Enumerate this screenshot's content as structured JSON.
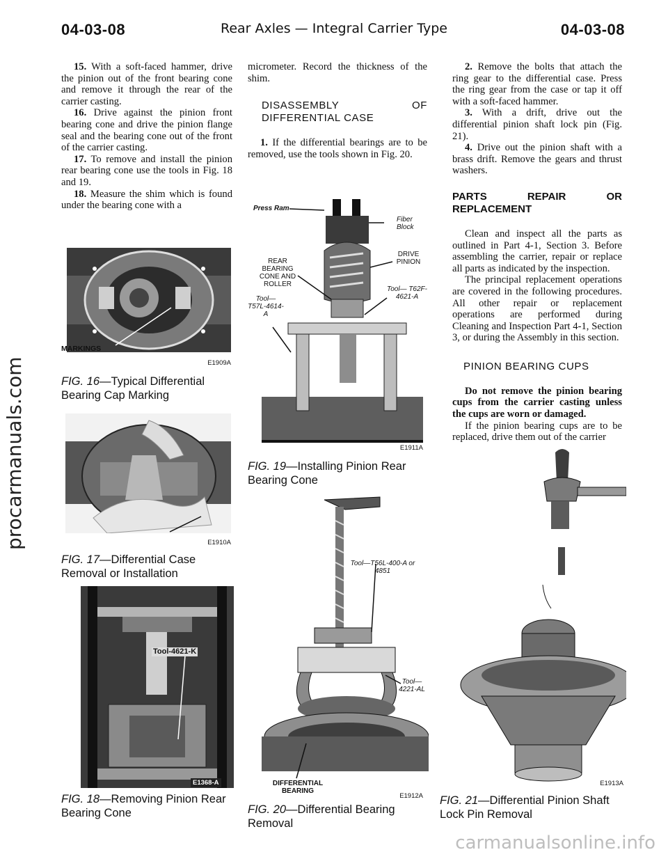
{
  "header": {
    "left": "04-03-08",
    "center": "Rear Axles — Integral Carrier Type",
    "right": "04-03-08"
  },
  "watermarks": {
    "side": "procarmanuals.com",
    "bottom": "carmanualsonline.info"
  },
  "col1": {
    "p15_num": "15.",
    "p15": " With a soft-faced hammer, drive the pinion out of the front bearing cone and remove it through the rear of the carrier casting.",
    "p16_num": "16.",
    "p16": " Drive against the pinion front bearing cone and drive the pinion flange seal and the bearing cone out of the front of the carrier casting.",
    "p17_num": "17.",
    "p17": " To remove and install the pinion rear bearing cone use the tools in Fig. 18 and 19.",
    "p18_num": "18.",
    "p18": " Measure the shim which is found under the bearing cone with a"
  },
  "col2": {
    "p_cont": "micrometer. Record the thickness of the shim.",
    "heading": "DISASSEMBLY OF DIFFERENTIAL CASE",
    "p1_num": "1.",
    "p1": " If the differential bearings are to be removed, use the tools shown in Fig. 20."
  },
  "col3": {
    "p2_num": "2.",
    "p2": " Remove the bolts that attach the ring gear to the differential case. Press the ring gear from the case or tap it off with a soft-faced hammer.",
    "p3_num": "3.",
    "p3": " With a drift, drive out the differential pinion shaft lock pin (Fig. 21).",
    "p4_num": "4.",
    "p4": " Drive out the pinion shaft with a brass drift. Remove the gears and thrust washers.",
    "heading_parts": "PARTS REPAIR OR REPLACEMENT",
    "p_clean": "Clean and inspect all the parts as outlined in Part 4-1, Section 3. Before assembling the carrier, repair or replace all parts as indicated by the inspection.",
    "p_principal": "The principal replacement operations are covered in the following procedures. All other repair or replacement operations are performed during Cleaning and Inspection Part 4-1, Section 3, or during the Assembly in this section.",
    "heading_cups": "PINION BEARING CUPS",
    "warn": "Do not remove the pinion bearing cups from the carrier casting unless the cups are worn or damaged.",
    "p_cups": "If the pinion bearing cups are to be replaced, drive them out of the carrier"
  },
  "figures": {
    "fig16": {
      "num": "FIG. 16",
      "title": "—Typical Differential Bearing Cap Marking",
      "code": "E1909A",
      "label": "MARKINGS"
    },
    "fig17": {
      "num": "FIG. 17",
      "title": "—Differential Case Removal or Installation",
      "code": "E1910A"
    },
    "fig18": {
      "num": "FIG. 18",
      "title": "—Removing Pinion Rear Bearing Cone",
      "code": "E1368-A",
      "tool": "Tool-4621-K"
    },
    "fig19": {
      "num": "FIG. 19",
      "title": "—Installing Pinion Rear Bearing Cone",
      "code": "E1911A",
      "press_ram": "Press Ram",
      "fiber_block": "Fiber Block",
      "drive_pinion": "DRIVE PINION",
      "rear_bearing": "REAR BEARING CONE AND ROLLER",
      "tool_a": "Tool— T62F-4621-A",
      "tool_b": "Tool— T57L-4614-A"
    },
    "fig20": {
      "num": "FIG. 20",
      "title": "—Differential Bearing Removal",
      "code": "E1912A",
      "tool_a": "Tool—T56L-400-A or 4851",
      "tool_b": "Tool— 4221-AL",
      "bearing": "DIFFERENTIAL BEARING"
    },
    "fig21": {
      "num": "FIG. 21",
      "title": "—Differential Pinion Shaft Lock Pin Removal",
      "code": "E1913A"
    }
  }
}
